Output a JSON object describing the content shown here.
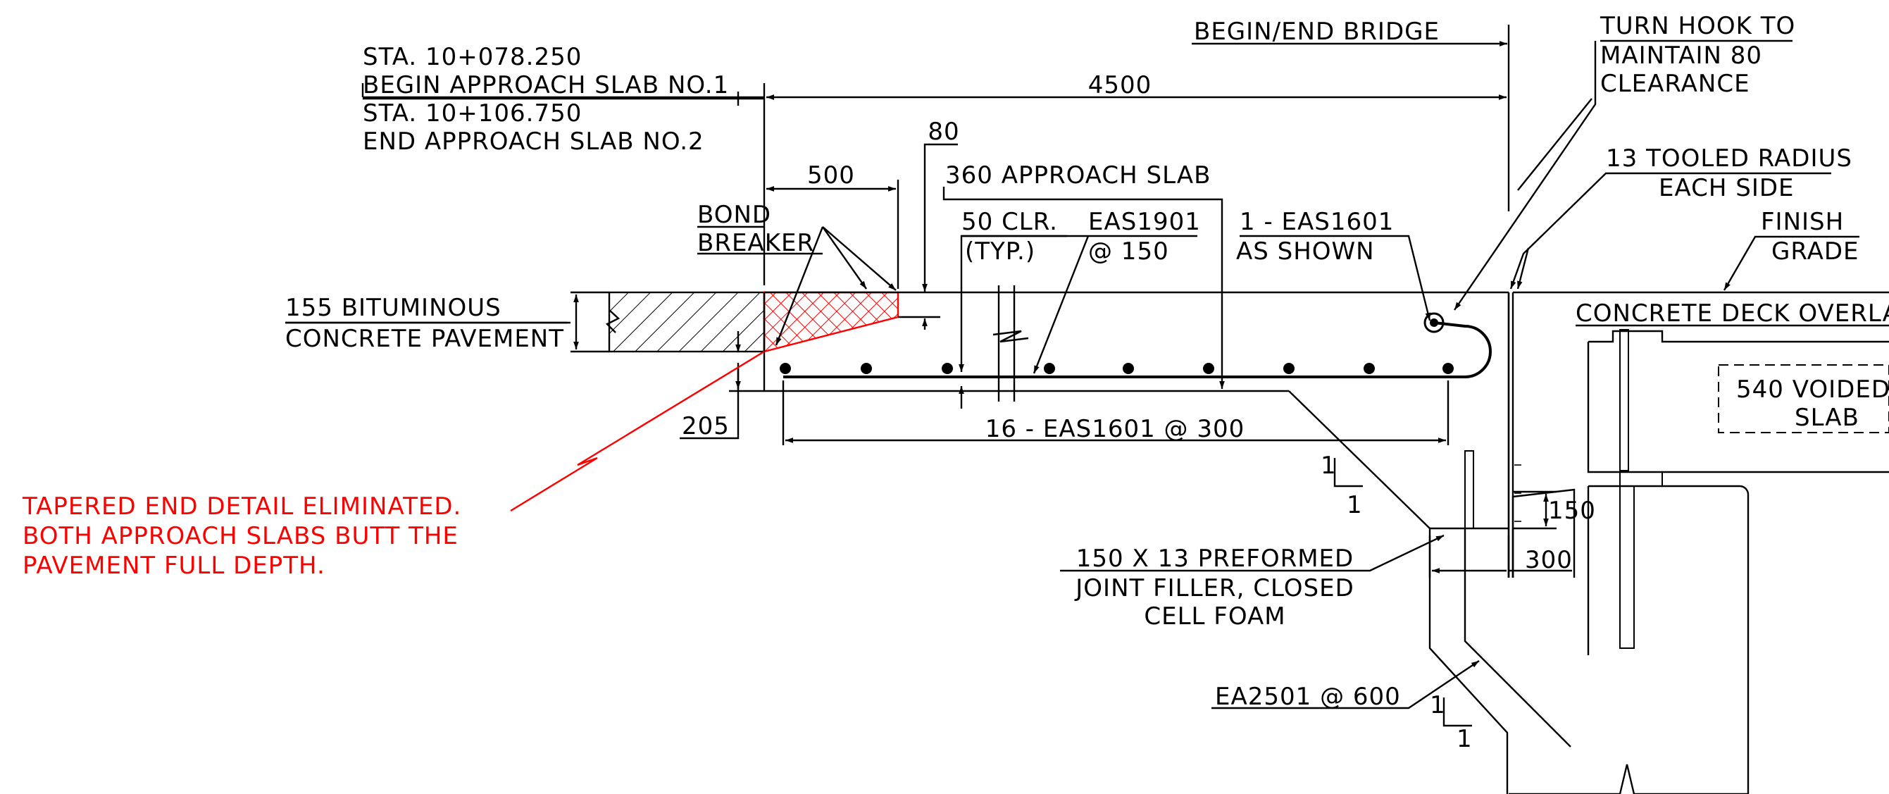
{
  "labels": {
    "begin_end_bridge": "BEGIN/END BRIDGE",
    "turn_hook_1": "TURN HOOK TO",
    "turn_hook_2": "MAINTAIN 80",
    "turn_hook_3": "CLEARANCE",
    "sta_1": "STA. 10+078.250",
    "begin_slab": "BEGIN APPROACH SLAB NO.1",
    "sta_2": "STA. 10+106.750",
    "end_slab": "END APPROACH SLAB NO.2",
    "dim_4500": "4500",
    "dim_80": "80",
    "tooled_1": "13 TOOLED RADIUS",
    "tooled_2": "EACH SIDE",
    "dim_500": "500",
    "approach_slab": "360 APPROACH SLAB",
    "finish_1": "FINISH",
    "finish_2": "GRADE",
    "bond_1": "BOND",
    "bond_2": "BREAKER",
    "clr_1": "50 CLR.",
    "clr_2": "(TYP.)",
    "eas1901_1": "EAS1901",
    "eas1901_2": "@ 150",
    "eas1601_1": "1 - EAS1601",
    "eas1601_2": "AS SHOWN",
    "bituminous_1": "155 BITUMINOUS",
    "bituminous_2": "CONCRETE PAVEMENT",
    "deck_overlay": "CONCRETE DECK OVERLAY",
    "voided_1": "540 VOIDED",
    "voided_2": "SLAB",
    "dim_205": "205",
    "bottom_bars": "16 - EAS1601 @ 300",
    "slope_a_1": "1",
    "slope_a_2": "1",
    "dim_150": "150",
    "dim_300": "300",
    "joint_1": "150 X 13 PREFORMED",
    "joint_2": "JOINT FILLER, CLOSED",
    "joint_3": "CELL FOAM",
    "ea2501": "EA2501 @ 600",
    "slope_b_1": "1",
    "slope_b_2": "1"
  },
  "revision_note": {
    "line_1": "TAPERED END DETAIL ELIMINATED.",
    "line_2": "BOTH APPROACH SLABS BUTT THE",
    "line_3": "PAVEMENT FULL DEPTH.",
    "color": "#ff0000"
  },
  "colors": {
    "linework": "#000000",
    "revision": "#ff0000",
    "background": "#ffffff"
  }
}
